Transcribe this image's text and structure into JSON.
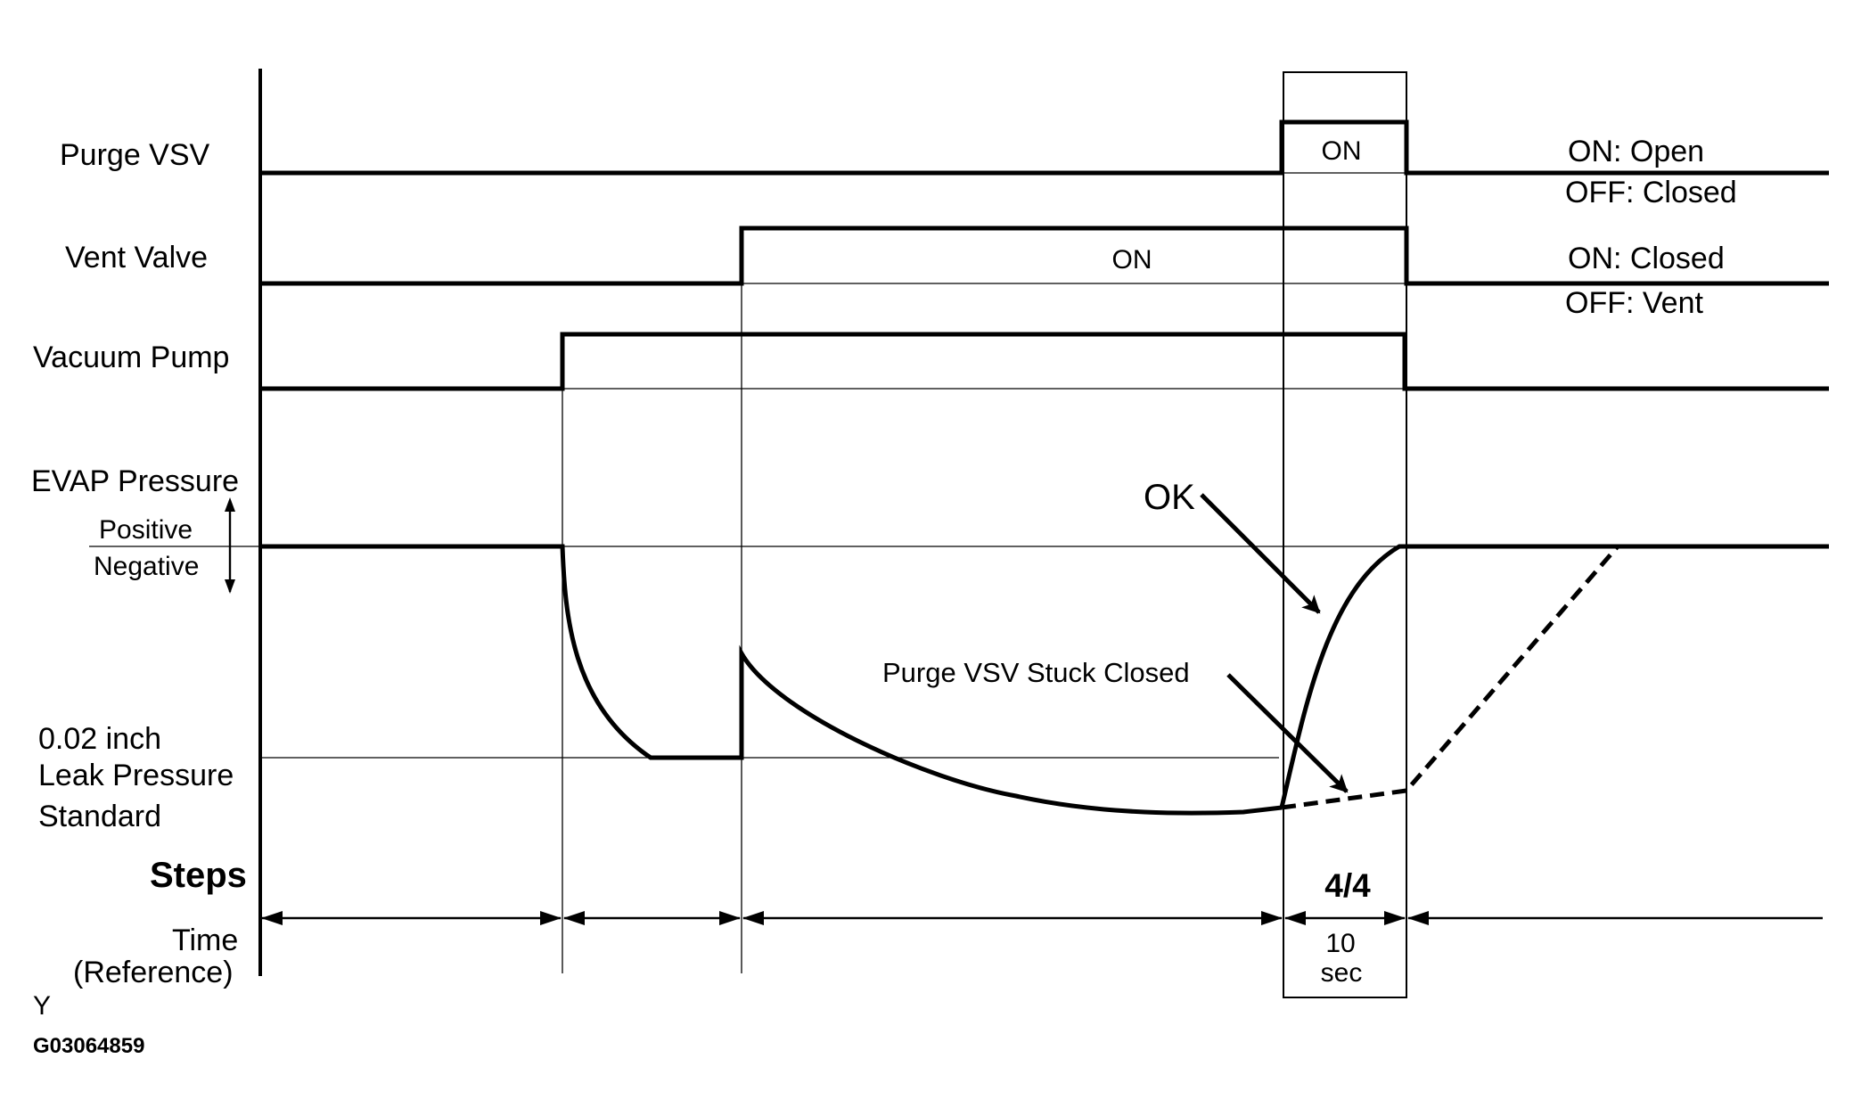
{
  "signals": {
    "purge_vsv": "Purge VSV",
    "vent_valve": "Vent Valve",
    "vacuum_pump": "Vacuum Pump",
    "evap_pressure": "EVAP Pressure"
  },
  "pressure_axis": {
    "positive": "Positive",
    "negative": "Negative"
  },
  "leak_standard": {
    "line1": "0.02 inch",
    "line2": "Leak Pressure",
    "line3": "Standard"
  },
  "states": {
    "purge_on": "ON",
    "vent_on": "ON"
  },
  "legend": {
    "purge_on": "ON: Open",
    "purge_off": "OFF: Closed",
    "vent_on": "ON: Closed",
    "vent_off": "OFF: Vent"
  },
  "annotations": {
    "ok": "OK",
    "stuck_closed": "Purge VSV Stuck Closed"
  },
  "steps": {
    "label": "Steps",
    "step_value": "4/4"
  },
  "time": {
    "label_line1": "Time",
    "label_line2": "(Reference)",
    "duration_value": "10",
    "duration_unit": "sec"
  },
  "footer": {
    "corner_mark": "Y",
    "figure_id": "G03064859"
  }
}
